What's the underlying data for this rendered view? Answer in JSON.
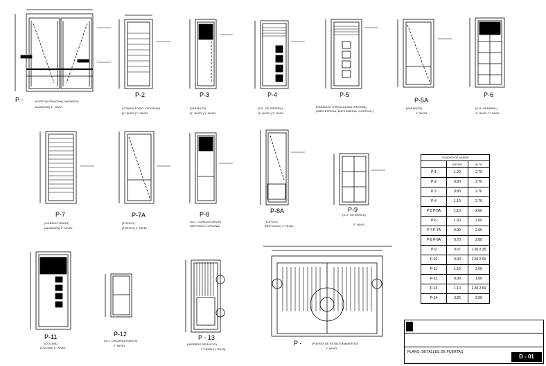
{
  "sheet": {
    "sheet_number": "D - 01",
    "title_block_text": "PLANO: DETALLES DE PUERTAS"
  },
  "doors": [
    {
      "id": "P-1",
      "label": "P -",
      "note": "(PORTON PRINCIPAL INGRESO)",
      "sub": "[ALMACEN] 1° NIVEL"
    },
    {
      "id": "P-2",
      "label": "P-2",
      "note": "(CONSULTORIO, OFICINAS)",
      "sub": "[1° NIVEL] 1° NIVEL"
    },
    {
      "id": "P-3",
      "label": "P-3",
      "note": "(PASADIZO)",
      "sub": "[1° NIVEL] 1° NIVEL"
    },
    {
      "id": "P-4",
      "label": "P-4",
      "note": "(S.H. DE ESPERA)",
      "sub": "[1° NIVEL] 1° NIVEL"
    },
    {
      "id": "P-5",
      "label": "P-5",
      "note": "(PASADIZO CIRCULACION INTERNA)",
      "sub": "(OBSTETRICIA, ENFERMERIA, CONTROL)"
    },
    {
      "id": "P-5A",
      "label": "P-5A",
      "note": "(PASADIZO)",
      "sub": "1° NIVEL"
    },
    {
      "id": "P-6",
      "label": "P-6",
      "note": "(S.H. GENERAL)",
      "sub": "1° NIVEL 2° NIVEL"
    },
    {
      "id": "P-7",
      "label": "P-7",
      "note": "(CONSULTORIOS)",
      "sub": "[ALMACEN] 1° NIVEL"
    },
    {
      "id": "P-7A",
      "label": "P-7A",
      "note": "(TOPICO)",
      "sub": "[TOPICO] 1° NIVEL"
    },
    {
      "id": "P-8",
      "label": "P-8",
      "note": "(S.H. CONSULTORIOS)",
      "sub": "(DEPOSITO, OFICINA)"
    },
    {
      "id": "P-8A",
      "label": "P-8A",
      "note": "(TOPICO)",
      "sub": "[DEPOSITO] 1° NIVEL"
    },
    {
      "id": "P-9",
      "label": "P-9",
      "note": "(S.H. INTERNOS)",
      "sub": "2° NIVEL"
    },
    {
      "id": "P-11",
      "label": "P-11",
      "note": "(COCINA)",
      "sub": "[COCINA] 1° NIVEL"
    },
    {
      "id": "P-12",
      "label": "P-12",
      "note": "(S.H. DISCAPACITADOS)",
      "sub": "2° NIVEL"
    },
    {
      "id": "P-13",
      "label": "P - 13",
      "note": "(INGRESO SERVICIO)",
      "sub": "1° NIVEL [1 HOJA]"
    },
    {
      "id": "P-14",
      "label": "P -",
      "note": "(PUERTA DE ESTACIONAMIENTO)",
      "sub": "1° NIVEL"
    }
  ],
  "schedule": {
    "title": "CUADRO DE VANOS",
    "headers": [
      "ANCHO",
      "ALTO"
    ],
    "rows": [
      {
        "code": "P-1",
        "ancho": "1.20",
        "alto": "2.70"
      },
      {
        "code": "P-2",
        "ancho": "0.90",
        "alto": "2.70"
      },
      {
        "code": "P-3",
        "ancho": "0.80",
        "alto": "2.70"
      },
      {
        "code": "P-4",
        "ancho": "1.10",
        "alto": "2.70"
      },
      {
        "code": "P-5 P-5A",
        "ancho": "1.10",
        "alto": "2.60"
      },
      {
        "code": "P-6",
        "ancho": "1.00",
        "alto": "2.60"
      },
      {
        "code": "P-7 P-7A",
        "ancho": "0.90",
        "alto": "2.60"
      },
      {
        "code": "P-8 P-8A",
        "ancho": "0.70",
        "alto": "2.60"
      },
      {
        "code": "P-9",
        "ancho": "0.67",
        "alto": "1.60 2.30"
      },
      {
        "code": "P-10",
        "ancho": "0.90",
        "alto": "2.60 2.60"
      },
      {
        "code": "P-11",
        "ancho": "1.10",
        "alto": "2.60"
      },
      {
        "code": "P-12",
        "ancho": "0.90",
        "alto": "1.60"
      },
      {
        "code": "P-13",
        "ancho": "1.10",
        "alto": "2.30 2.60"
      },
      {
        "code": "P-14",
        "ancho": "3.25",
        "alto": "2.60"
      }
    ]
  },
  "colors": {
    "ink": "#000000",
    "paper": "#ffffff"
  }
}
